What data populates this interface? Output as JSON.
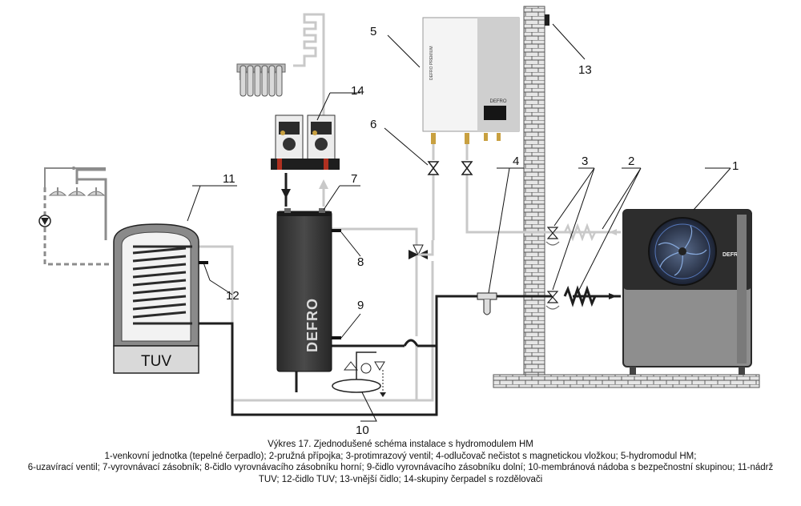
{
  "labels": {
    "n1": "1",
    "n2": "2",
    "n3": "3",
    "n4": "4",
    "n5": "5",
    "n6": "6",
    "n7": "7",
    "n8": "8",
    "n9": "9",
    "n10": "10",
    "n11": "11",
    "n12": "12",
    "n13": "13",
    "n14": "14"
  },
  "devices": {
    "tuv_label": "TUV",
    "tank_brand": "DEFRO",
    "outdoor_brand": "DEFRO",
    "module_brand": "DEFRO",
    "module_side_text": "DEFRO PREMIUM"
  },
  "caption": {
    "title": "Výkres 17. Zjednodušené schéma instalace s hydromodulem HM",
    "line1": "1-venkovní jednotka (tepelné čerpadlo); 2-pružná přípojka; 3-protimrazový ventil; 4-odlučovač nečistot s magnetickou vložkou; 5-hydromodul HM;",
    "line2": "6-uzavírací ventil; 7-vyrovnávací zásobník; 8-čidlo vyrovnávacího zásobníku horní; 9-čidlo vyrovnávacího zásobníku dolní; 10-membránová nádoba s bezpečnostní skupinou; 11-nádrž",
    "line3": "TUV; 12-čidlo TUV; 13-vnější čidlo; 14-skupiny čerpadel s rozdělovači"
  },
  "colors": {
    "pipe_dark": "#1e1e1e",
    "pipe_light": "#c9c9c9",
    "tank_body": "#3c3c3c",
    "unit_body": "#8e8e8e",
    "wall": "#e6e6e6",
    "tuv_fill": "#d9d9d9"
  }
}
